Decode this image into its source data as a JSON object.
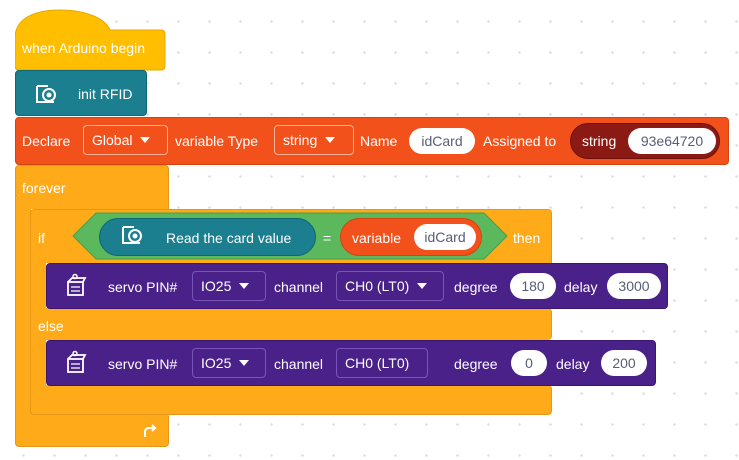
{
  "hat": {
    "label": "when Arduino begin"
  },
  "rfid_init": {
    "label": "init RFID",
    "icon": "rfid-icon"
  },
  "declare": {
    "label": "Declare",
    "scope": "Global",
    "type_label": "variable Type",
    "type_value": "string",
    "name_label": "Name",
    "name_value": "idCard",
    "assigned_label": "Assigned to",
    "string_label": "string",
    "string_value": "93e64720"
  },
  "forever": {
    "label": "forever",
    "repeat_icon": "loop-arrow-icon"
  },
  "if_block": {
    "if_label": "if",
    "read_label": "Read the card value",
    "equals": "=",
    "variable_label": "variable",
    "variable_value": "idCard",
    "then_label": "then",
    "else_label": "else"
  },
  "servo_then": {
    "label": "servo PIN#",
    "pin": "IO25",
    "channel_label": "channel",
    "channel": "CH0 (LT0)",
    "degree_label": "degree",
    "degree": "180",
    "delay_label": "delay",
    "delay": "3000"
  },
  "servo_else": {
    "label": "servo PIN#",
    "pin": "IO25",
    "channel_label": "channel",
    "channel": "CH0 (LT0)",
    "degree_label": "degree",
    "degree": "0",
    "delay_label": "delay",
    "delay": "200"
  },
  "colors": {
    "event": "#ffbf00",
    "control": "#ffab19",
    "rfid": "#1b7f8f",
    "variable": "#f2511b",
    "string": "#8b1a14",
    "servo": "#4a2189",
    "condition": "#5cb85c"
  }
}
